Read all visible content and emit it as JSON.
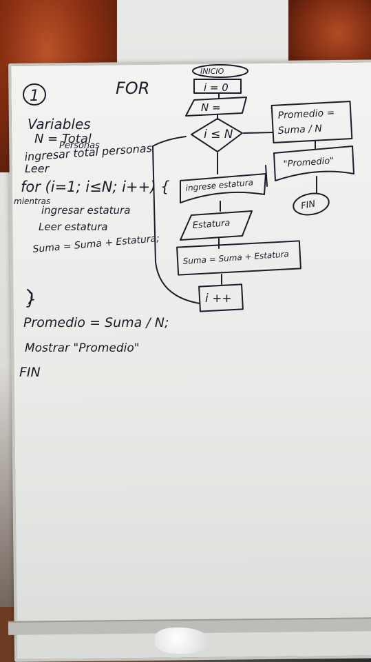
{
  "board": {
    "left_notes": {
      "section_number": "1",
      "heading": "FOR",
      "lines": [
        "Variables",
        "N = Total",
        "Personas",
        "ingresar total personas",
        "Leer",
        "for (i=1; i≤N; i++) {",
        "mientras",
        "ingresar estatura",
        "Leer estatura",
        "Suma = Suma + Estatura;",
        "}",
        "Promedio = Suma / N;",
        "Mostrar \"Promedio\"",
        "FIN"
      ]
    },
    "flowchart": {
      "start": "INICIO",
      "init": "i = 0",
      "input_n": "N =",
      "decision": "i ≤ N",
      "prompt": "ingrese estatura",
      "read": "Estatura",
      "process": "Suma = Suma + Estatura",
      "increment": "i ++",
      "average": [
        "Promedio =",
        "Suma / N"
      ],
      "output": "\"Promedio\"",
      "end": "FIN"
    }
  }
}
